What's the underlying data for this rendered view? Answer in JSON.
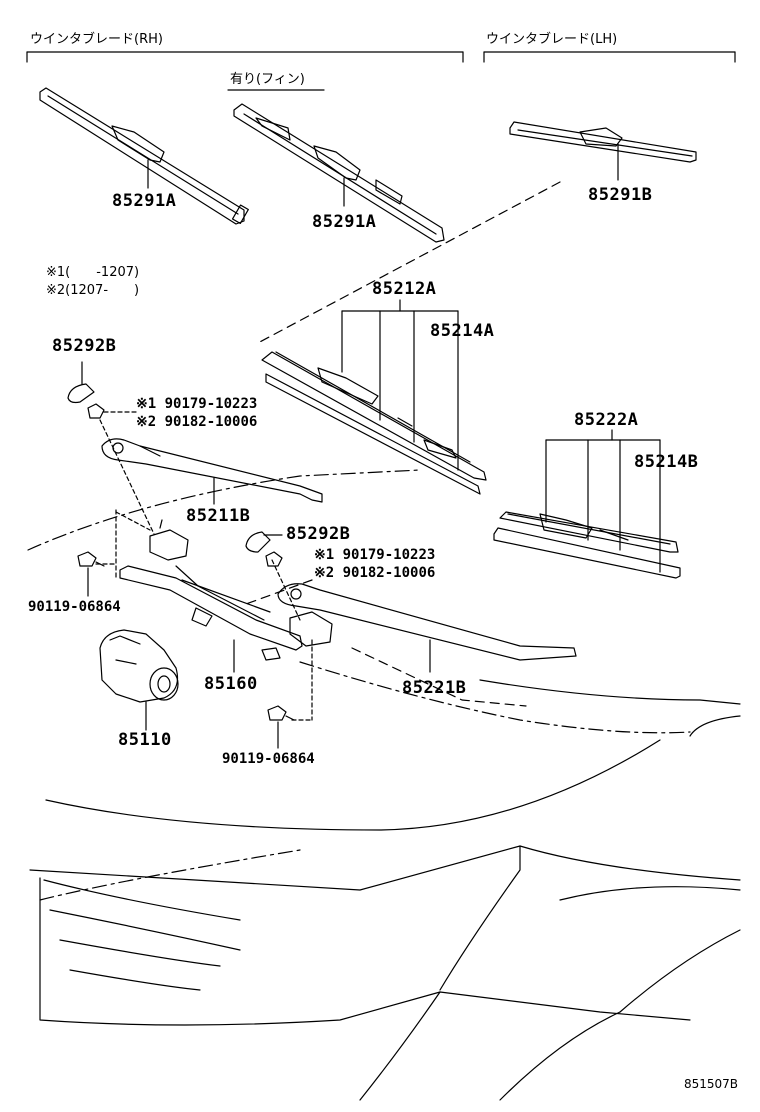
{
  "sections": {
    "rh_title": "ウインタブレード(RH)",
    "lh_title": "ウインタブレード(LH)"
  },
  "fin_note": "有り(フィン)",
  "notes": {
    "note1": "※1(　　-1207)",
    "note2": "※2(1207-　　)"
  },
  "parts": {
    "p85291A_1": "85291A",
    "p85291A_2": "85291A",
    "p85291B": "85291B",
    "p85212A": "85212A",
    "p85214A": "85214A",
    "p85292B_1": "85292B",
    "p85292B_2": "85292B",
    "p85222A": "85222A",
    "p85214B": "85214B",
    "p85211B": "85211B",
    "p85221B": "85221B",
    "p85160": "85160",
    "p85110": "85110",
    "p90119_1": "90119-06864",
    "p90119_2": "90119-06864"
  },
  "bolts": {
    "a1": "※1 90179-10223",
    "a2": "※2 90182-10006",
    "b1": "※1 90179-10223",
    "b2": "※2 90182-10006"
  },
  "diagram_code": "851507B"
}
